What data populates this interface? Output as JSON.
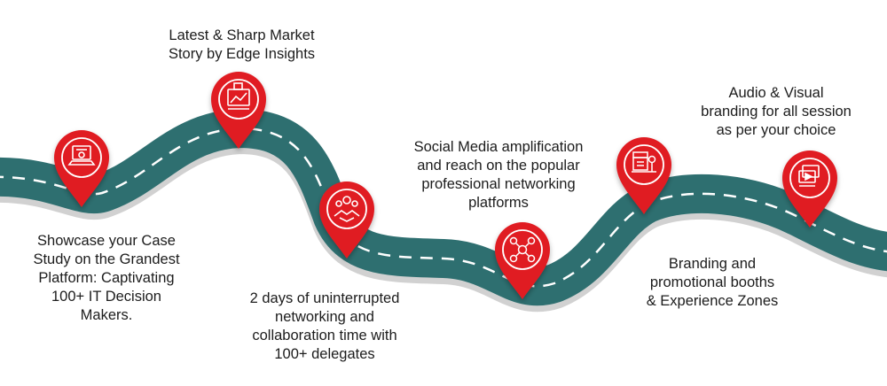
{
  "colors": {
    "road": "#2e6f70",
    "road_dash": "#ffffff",
    "pin": "#e01b22",
    "pin_dark": "#b8121a",
    "pin_ring": "#ffffff",
    "text": "#1c1c1c"
  },
  "milestones": [
    {
      "icon": "presentation-laptop-icon",
      "caption": "Showcase your Case\nStudy on the Grandest\nPlatform: Captivating\n100+ IT Decision\nMakers."
    },
    {
      "icon": "market-insights-chart-icon",
      "caption": "Latest & Sharp Market\nStory by Edge  Insights"
    },
    {
      "icon": "networking-handshake-icon",
      "caption": "2 days of uninterrupted\nnetworking and\ncollaboration time with\n100+ delegates"
    },
    {
      "icon": "social-media-network-icon",
      "caption": "Social Media amplification\nand reach on the popular\nprofessional networking\nplatforms"
    },
    {
      "icon": "promotional-booth-icon",
      "caption": "Branding and\npromotional booths\n& Experience Zones"
    },
    {
      "icon": "audio-visual-media-icon",
      "caption": "Audio & Visual\nbranding for all session\nas per your choice"
    }
  ]
}
